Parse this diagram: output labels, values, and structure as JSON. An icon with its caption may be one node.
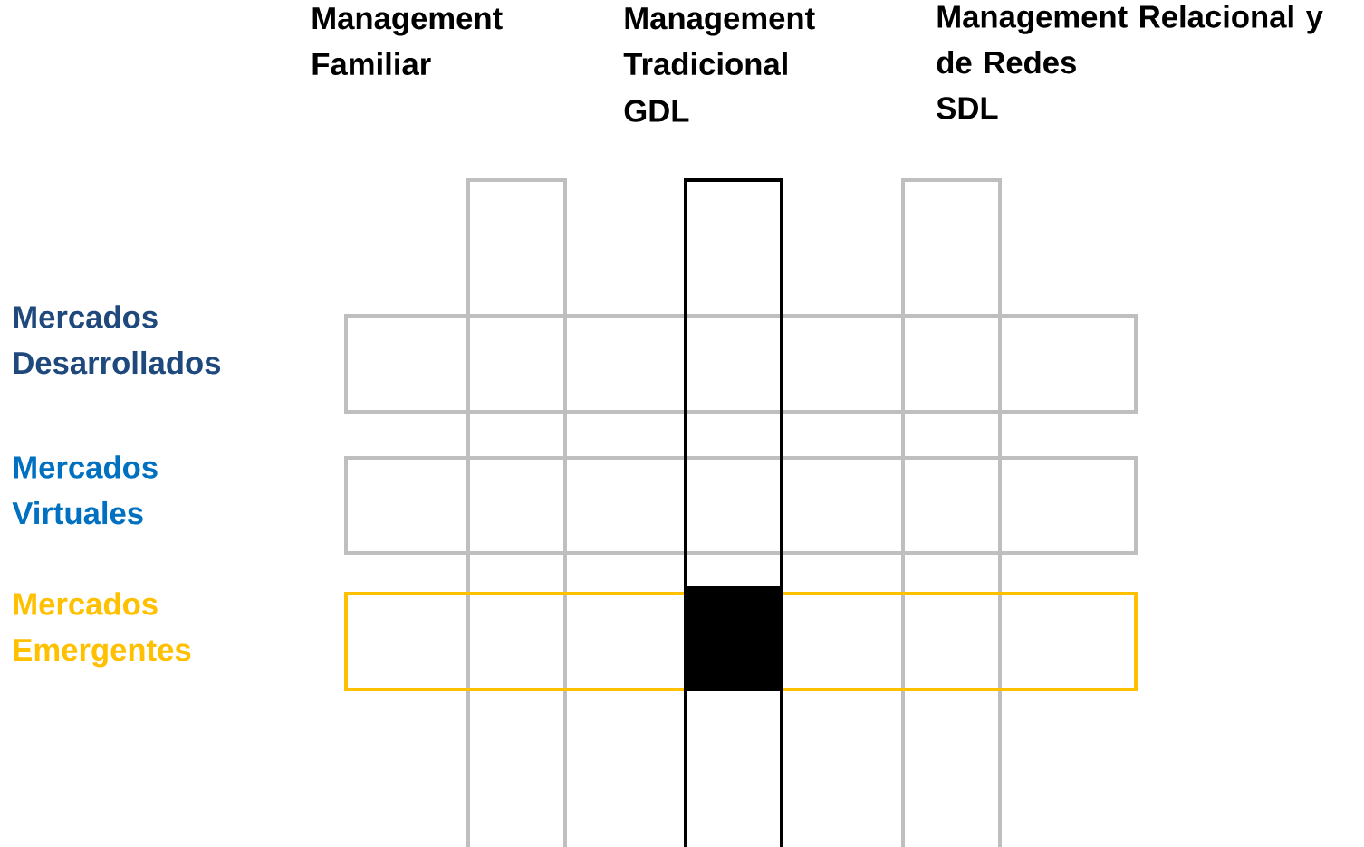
{
  "diagram": {
    "labels": [
      "Management Familiar",
      "Management Tradicional",
      "GDL",
      "Management Relacional y de Redes",
      "SDL",
      "Mercados Desarrollados",
      "Mercados Virtuales",
      "Mercados Emergentes"
    ]
  }
}
